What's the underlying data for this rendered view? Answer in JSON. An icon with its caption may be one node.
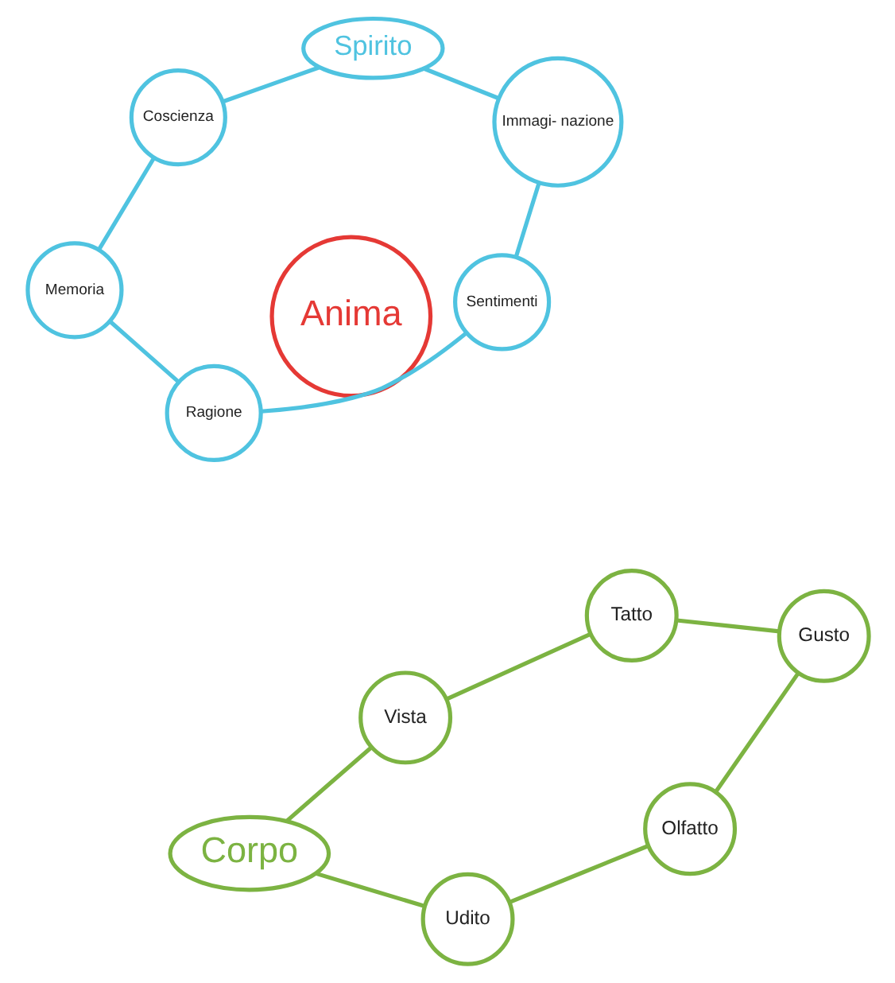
{
  "diagram": {
    "nodes": [
      {
        "text": [
          "Corpo"
        ]
      },
      {
        "text": [
          "Vista"
        ]
      },
      {
        "text": [
          "Udito"
        ]
      },
      {
        "text": [
          "Spirito"
        ]
      },
      {
        "text": [
          "Immagi- nazione"
        ]
      },
      {
        "text": [
          "Coscienza"
        ]
      },
      {
        "text": [
          "Anima"
        ]
      },
      {
        "text": [
          "Sentimenti"
        ]
      },
      {
        "text": [
          "Memoria"
        ]
      },
      {
        "text": [
          "Tatto"
        ]
      },
      {
        "text": [
          "Olfatto"
        ]
      },
      {
        "text": [
          "Ragione"
        ]
      },
      {
        "text": [
          "Gusto"
        ]
      }
    ],
    "edges": [
      {
        "from": 0,
        "to": 2,
        "arrow": "none",
        "color": "#7cb342"
      },
      {
        "from": 2,
        "to": 10,
        "arrow": "none",
        "color": "#7cb342"
      },
      {
        "from": 10,
        "to": 12,
        "arrow": "none",
        "color": "#7cb342"
      },
      {
        "from": 12,
        "to": 9,
        "arrow": "none",
        "color": "#7cb342"
      },
      {
        "from": 9,
        "to": 1,
        "arrow": "none",
        "color": "#7cb342"
      },
      {
        "from": 1,
        "to": 0,
        "arrow": "none",
        "color": "#7cb342"
      },
      {
        "from": 3,
        "to": 5,
        "arrow": "none",
        "color": "#4fc3e0"
      },
      {
        "from": 5,
        "to": 8,
        "arrow": "none",
        "color": "#4fc3e0"
      },
      {
        "from": 8,
        "to": 11,
        "arrow": "none",
        "color": "#4fc3e0"
      },
      {
        "from": 11,
        "to": 7,
        "arrow": "none",
        "color": "#4fc3e0"
      },
      {
        "from": 7,
        "to": 4,
        "arrow": "none",
        "color": "#4fc3e0"
      },
      {
        "from": 4,
        "to": 3,
        "arrow": "none",
        "color": "#4fc3e0"
      }
    ]
  }
}
